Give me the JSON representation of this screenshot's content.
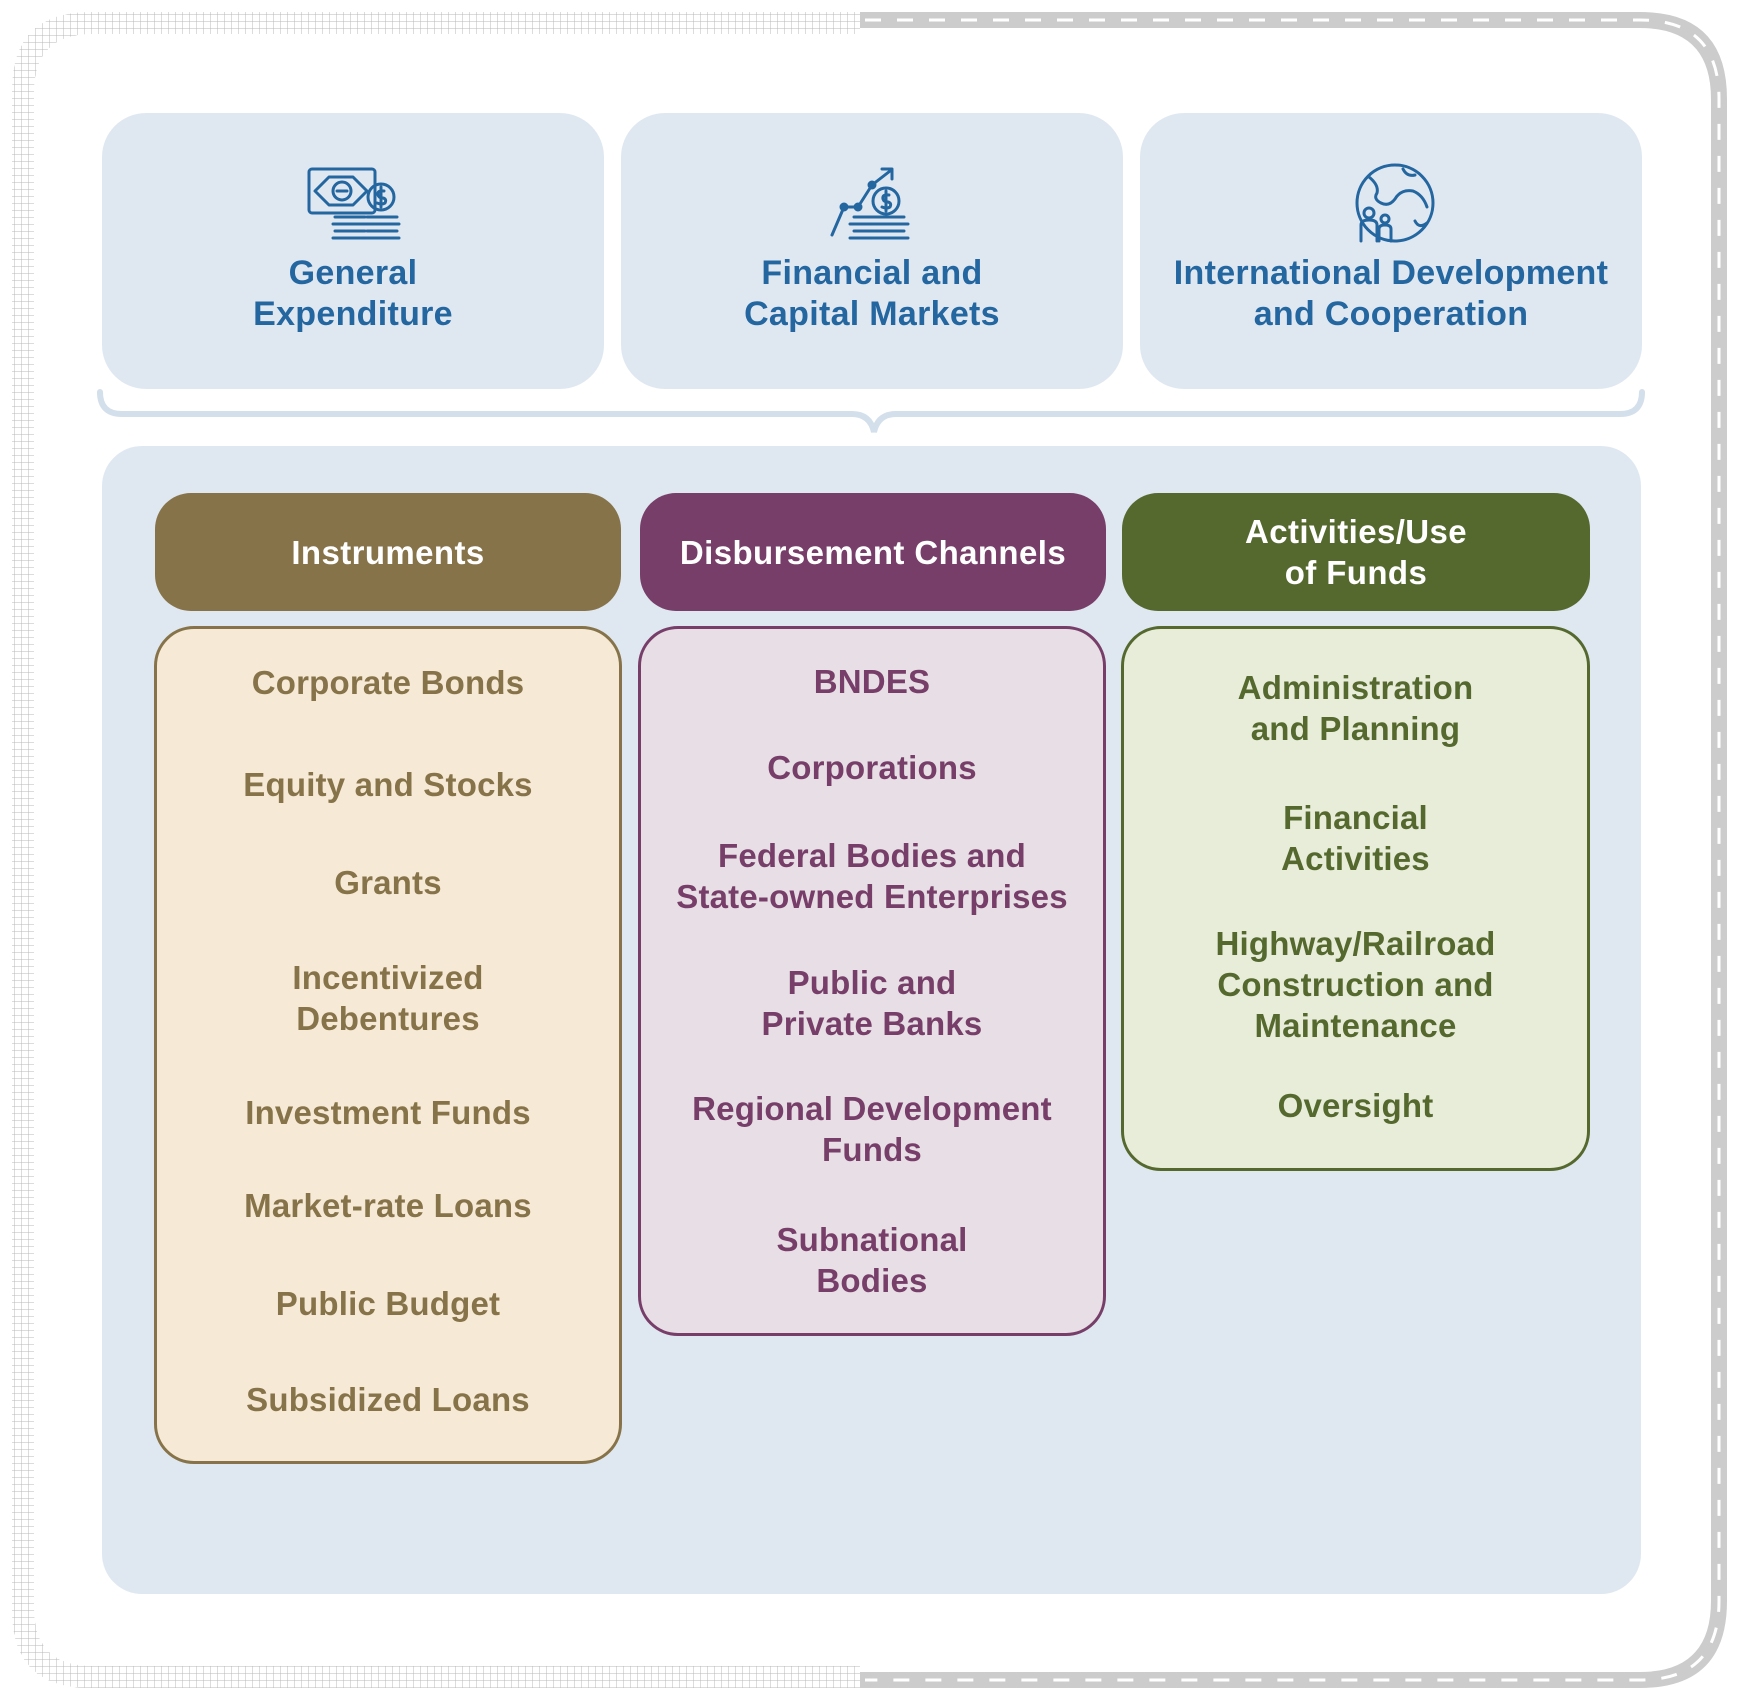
{
  "top_categories": [
    {
      "icon": "money-coins-icon",
      "title": "General\nExpenditure"
    },
    {
      "icon": "growth-chart-coins-icon",
      "title": "Financial and\nCapital Markets"
    },
    {
      "icon": "globe-people-icon",
      "title": "International Development\nand Cooperation"
    }
  ],
  "columns": {
    "instruments": {
      "header": "Instruments",
      "items": [
        "Corporate Bonds",
        "Equity and Stocks",
        "Grants",
        "Incentivized\nDebentures",
        "Investment Funds",
        "Market-rate Loans",
        "Public Budget",
        "Subsidized Loans"
      ]
    },
    "channels": {
      "header": "Disbursement Channels",
      "items": [
        "BNDES",
        "Corporations",
        "Federal Bodies and\nState-owned Enterprises",
        "Public and\nPrivate Banks",
        "Regional Development\nFunds",
        "Subnational\nBodies"
      ]
    },
    "activities": {
      "header": "Activities/Use\nof Funds",
      "items": [
        "Administration\nand Planning",
        "Financial\nActivities",
        "Highway/Railroad\nConstruction and\nMaintenance",
        "Oversight"
      ]
    }
  },
  "colors": {
    "blue_text": "#2466a0",
    "panel_bg": "#dfe8f1",
    "instruments": "#877349",
    "instruments_bg": "#f6ead6",
    "channels": "#773e69",
    "channels_bg": "#e7dfe5",
    "activities": "#55692f",
    "activities_bg": "#e8edda"
  }
}
